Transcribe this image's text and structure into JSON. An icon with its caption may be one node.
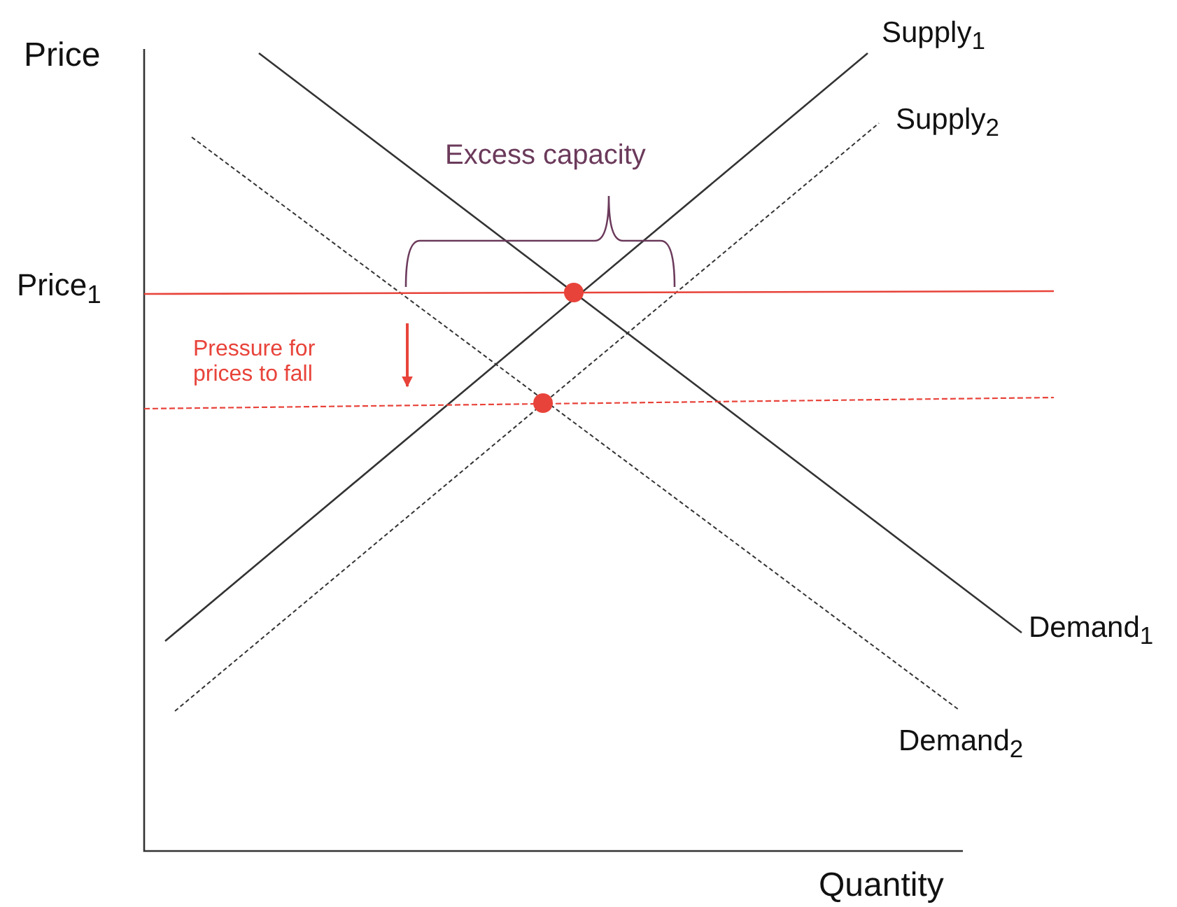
{
  "diagram": {
    "labels": [
      "Price",
      "Supply$_{1}$",
      "Supply$_{2}$",
      "Excess capacity",
      "Price$_{1}$",
      "Pressure for prices to fall",
      "Demand$_{1}$",
      "Demand$_{2}$",
      "Quantity"
    ]
  }
}
